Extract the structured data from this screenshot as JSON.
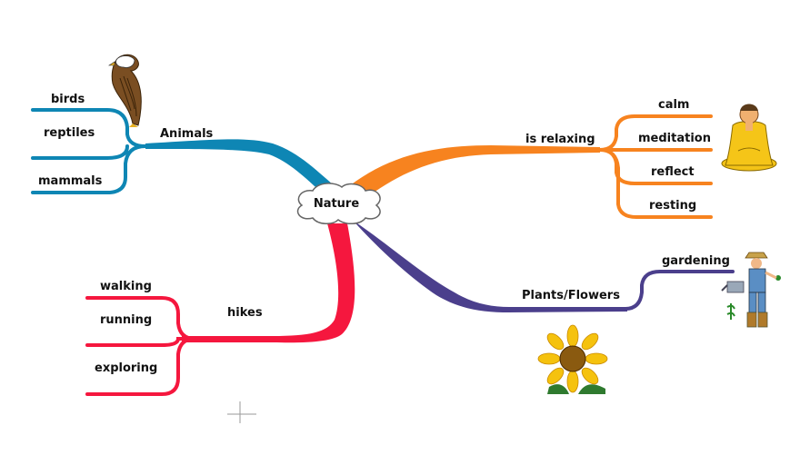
{
  "central_topic": "Nature",
  "branches": [
    {
      "label": "Animals",
      "color": "#0e86b4",
      "children": [
        "birds",
        "reptiles",
        "mammals"
      ],
      "image": "eagle-icon"
    },
    {
      "label": "is relaxing",
      "color": "#f7831f",
      "children": [
        "calm",
        "meditation",
        "reflect",
        "resting"
      ],
      "image": "buddha-icon"
    },
    {
      "label": "Plants/Flowers",
      "color": "#4b3f8c",
      "children": [
        "gardening"
      ],
      "image": "gardener-icon",
      "extra_image": "sunflower-icon"
    },
    {
      "label": "hikes",
      "color": "#f5173e",
      "children": [
        "walking",
        "running",
        "exploring"
      ]
    }
  ]
}
